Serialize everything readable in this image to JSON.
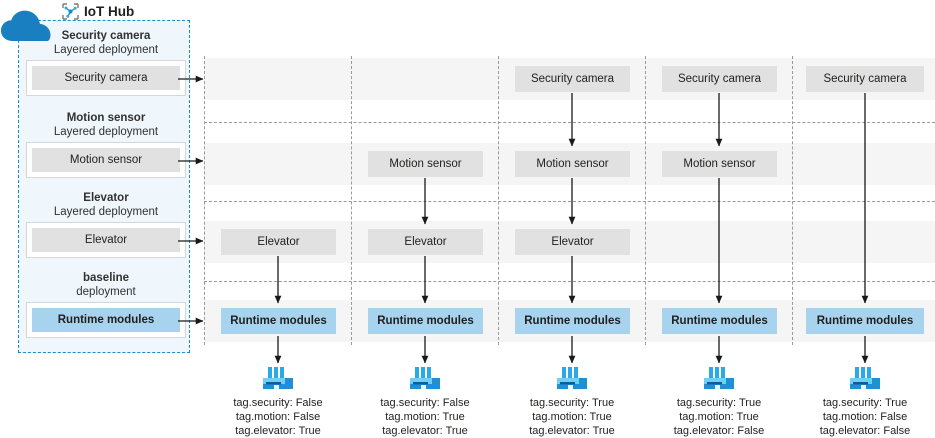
{
  "hub": {
    "title": "IoT Hub",
    "cloud_icon": "cloud-icon",
    "hub_icon": "iot-hub-icon",
    "sections": [
      {
        "name_line": "Security camera",
        "type_line": "Layered deployment",
        "module": "Security camera",
        "style": "gray"
      },
      {
        "name_line": "Motion sensor",
        "type_line": "Layered deployment",
        "module": "Motion sensor",
        "style": "gray"
      },
      {
        "name_line": "Elevator",
        "type_line": "Layered deployment",
        "module": "Elevator",
        "style": "gray"
      },
      {
        "name_line": "baseline",
        "type_line": "deployment",
        "module": "Runtime modules",
        "style": "blue"
      }
    ]
  },
  "grid": {
    "row_labels": [
      "Security camera",
      "Motion sensor",
      "Elevator",
      "Runtime modules"
    ],
    "columns": [
      {
        "id": "device-1",
        "cells": [
          null,
          null,
          "Elevator",
          "Runtime modules"
        ],
        "tags": [
          "tag.security: False",
          "tag.motion: False",
          "tag.elevator: True"
        ]
      },
      {
        "id": "device-2",
        "cells": [
          null,
          "Motion sensor",
          "Elevator",
          "Runtime modules"
        ],
        "tags": [
          "tag.security: False",
          "tag.motion: True",
          "tag.elevator: True"
        ]
      },
      {
        "id": "device-3",
        "cells": [
          "Security camera",
          "Motion sensor",
          "Elevator",
          "Runtime modules"
        ],
        "tags": [
          "tag.security: True",
          "tag.motion: True",
          "tag.elevator: True"
        ]
      },
      {
        "id": "device-4",
        "cells": [
          "Security camera",
          "Motion sensor",
          null,
          "Runtime modules"
        ],
        "tags": [
          "tag.security: True",
          "tag.motion: True",
          "tag.elevator: False"
        ]
      },
      {
        "id": "device-5",
        "cells": [
          "Security camera",
          null,
          null,
          "Runtime modules"
        ],
        "tags": [
          "tag.security: True",
          "tag.motion: False",
          "tag.elevator: False"
        ]
      }
    ],
    "device_icon": "factory-icon"
  },
  "colors": {
    "hub_fill": "#eff6fc",
    "hub_border": "#1b8bd0",
    "band": "#f5f5f5",
    "module_gray": "#e1e1e1",
    "runtime_blue": "#a8d3ef",
    "cloud_blue": "#1a7fc1",
    "factory_blue": "#27b5f0",
    "arrow": "#1a1a1a",
    "separator": "#9a9a9a"
  }
}
